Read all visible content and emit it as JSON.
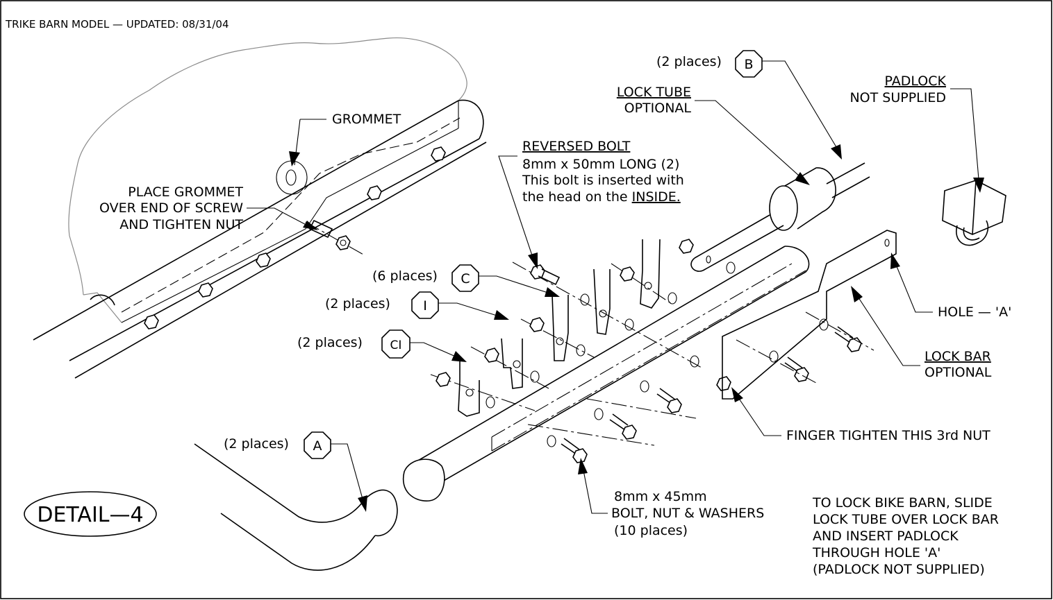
{
  "header": {
    "title": "TRIKE BARN MODEL — UPDATED: 08/31/04"
  },
  "detail_label": "DETAIL—4",
  "callouts": {
    "grommet": "GROMMET",
    "place_grommet": [
      "PLACE GROMMET",
      "OVER END OF SCREW",
      "AND TIGHTEN NUT"
    ],
    "reversed_bolt_title": "REVERSED BOLT",
    "reversed_bolt_lines": [
      "8mm x 50mm LONG (2)",
      "This bolt is inserted with",
      "the head on the "
    ],
    "reversed_bolt_inside": "INSIDE.",
    "lock_tube_title": "LOCK TUBE",
    "lock_tube_sub": "OPTIONAL",
    "padlock_title": "PADLOCK",
    "padlock_sub": "NOT SUPPLIED",
    "hole_a": "HOLE — 'A'",
    "lock_bar_title": "LOCK BAR",
    "lock_bar_sub": "OPTIONAL",
    "finger_tighten": "FINGER TIGHTEN THIS 3rd NUT",
    "bolt_spec": [
      "8mm x 45mm",
      "BOLT, NUT & WASHERS",
      "(10 places)"
    ],
    "instructions": [
      "TO LOCK BIKE BARN, SLIDE",
      "LOCK TUBE OVER LOCK BAR",
      "AND INSERT PADLOCK",
      "THROUGH HOLE 'A'",
      "(PADLOCK NOT SUPPLIED)"
    ]
  },
  "part_tags": [
    {
      "qty": "(2 places)",
      "tag": "B"
    },
    {
      "qty": "(6 places)",
      "tag": "C"
    },
    {
      "qty": "(2 places)",
      "tag": "I"
    },
    {
      "qty": "(2 places)",
      "tag": "CI"
    },
    {
      "qty": "(2 places)",
      "tag": "A"
    }
  ]
}
